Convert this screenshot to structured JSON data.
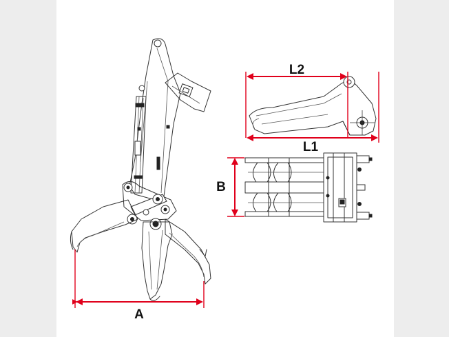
{
  "dimensions": {
    "a": "A",
    "b": "B",
    "l1": "L1",
    "l2": "L2"
  },
  "colors": {
    "background": "#ededed",
    "canvas": "#ffffff",
    "dimension_line": "#e0001b",
    "drawing_line": "#333333"
  }
}
